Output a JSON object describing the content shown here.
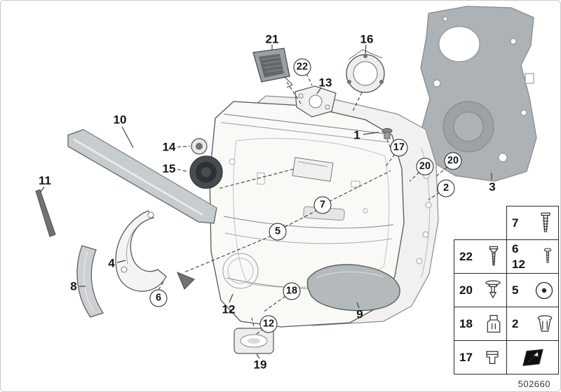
{
  "diagram": {
    "drawing_number": "502660",
    "callouts": [
      {
        "text": "21"
      },
      {
        "text": "22"
      },
      {
        "text": "13"
      },
      {
        "text": "16"
      },
      {
        "text": "1"
      },
      {
        "text": "17"
      },
      {
        "text": "20"
      },
      {
        "text": "20"
      },
      {
        "text": "2"
      },
      {
        "text": "3"
      },
      {
        "text": "10"
      },
      {
        "text": "14"
      },
      {
        "text": "15"
      },
      {
        "text": "11"
      },
      {
        "text": "7"
      },
      {
        "text": "5"
      },
      {
        "text": "4"
      },
      {
        "text": "6"
      },
      {
        "text": "8"
      },
      {
        "text": "12"
      },
      {
        "text": "18"
      },
      {
        "text": "12"
      },
      {
        "text": "9"
      },
      {
        "text": "19"
      }
    ]
  },
  "legend": {
    "rows": [
      {
        "cells": [
          {
            "num": "7",
            "icon": "expanding-rivet"
          }
        ]
      },
      {
        "cells": [
          {
            "num": "22",
            "icon": "screw"
          },
          {
            "num": "6",
            "num2": "12",
            "icon": "bolt"
          }
        ]
      },
      {
        "cells": [
          {
            "num": "20",
            "icon": "push-rivet"
          },
          {
            "num": "5",
            "icon": "washer"
          }
        ]
      },
      {
        "cells": [
          {
            "num": "18",
            "icon": "expanding-nut"
          },
          {
            "num": "2",
            "icon": "grommet"
          }
        ]
      },
      {
        "cells": [
          {
            "num": "17",
            "icon": "spring-clip"
          },
          {
            "icon": "installation-direction"
          }
        ]
      }
    ]
  }
}
